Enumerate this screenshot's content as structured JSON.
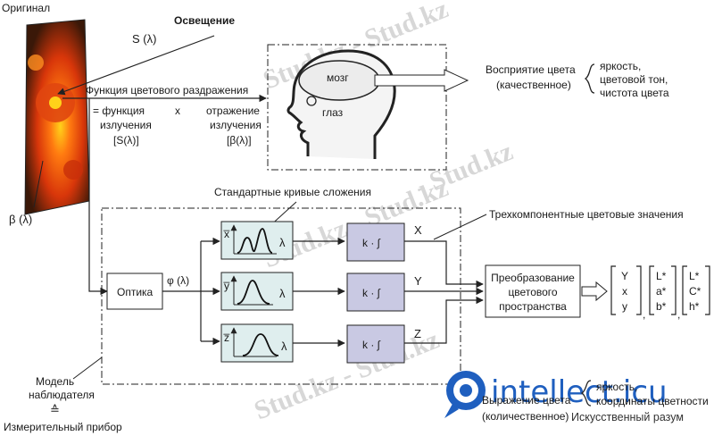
{
  "labels": {
    "original": "Оригинал",
    "s_lambda": "S (λ)",
    "illumination": "Освещение",
    "beta_lambda": "β (λ)",
    "stimulus_function": "Функция цветового раздражения",
    "eq_radiation": "= функция",
    "radiation_word": "излучения",
    "radiation_symbol": "[S(λ)]",
    "times": "x",
    "reflection": "отражение",
    "reflection_word": "излучения",
    "reflection_symbol": "[β(λ)]",
    "brain": "мозг",
    "eye": "глаз",
    "perception_title": "Восприятие цвета",
    "perception_sub": "(качественное)",
    "perception_items": [
      "яркость,",
      "цветовой тон,",
      "чистота цвета"
    ],
    "curves_title": "Стандартные кривые сложения",
    "tristimulus_title": "Трехкомпонентные цветовые значения",
    "optics": "Оптика",
    "phi_lambda": "φ (λ)",
    "curve_x": "x̅",
    "curve_y": "y̅",
    "curve_z": "z̅",
    "lambda": "λ",
    "integrator": "k · ∫",
    "out_x": "X",
    "out_y": "Y",
    "out_z": "Z",
    "transform": [
      "Преобразование",
      "цветового",
      "пространства"
    ],
    "vec1": [
      "Y",
      "x",
      "y"
    ],
    "vec2": [
      "L*",
      "a*",
      "b*"
    ],
    "vec3": [
      "L*",
      "C*",
      "h*"
    ],
    "comma": ",",
    "observer_model": [
      "Модель",
      "наблюдателя"
    ],
    "triangle_eq": "≙",
    "instrument": "Измерительный прибор",
    "expression_title": "Выражение цвета",
    "expression_sub": "(количественное)",
    "expression_items": [
      "яркость,",
      "координаты цветности"
    ]
  },
  "watermarks": [
    "Stud.kz - Stud.kz",
    "- Stud.kz",
    "Stud.kz - Stud.kz",
    "Stud.kz - Stud.kz"
  ],
  "brand": {
    "name": "intellect.icu",
    "tagline": "Искусственный разум"
  },
  "colors": {
    "curve_box_fill": "#dfeeee",
    "integrator_fill": "#c9c9e3",
    "stroke": "#222222",
    "brand": "#1f5fbf"
  }
}
